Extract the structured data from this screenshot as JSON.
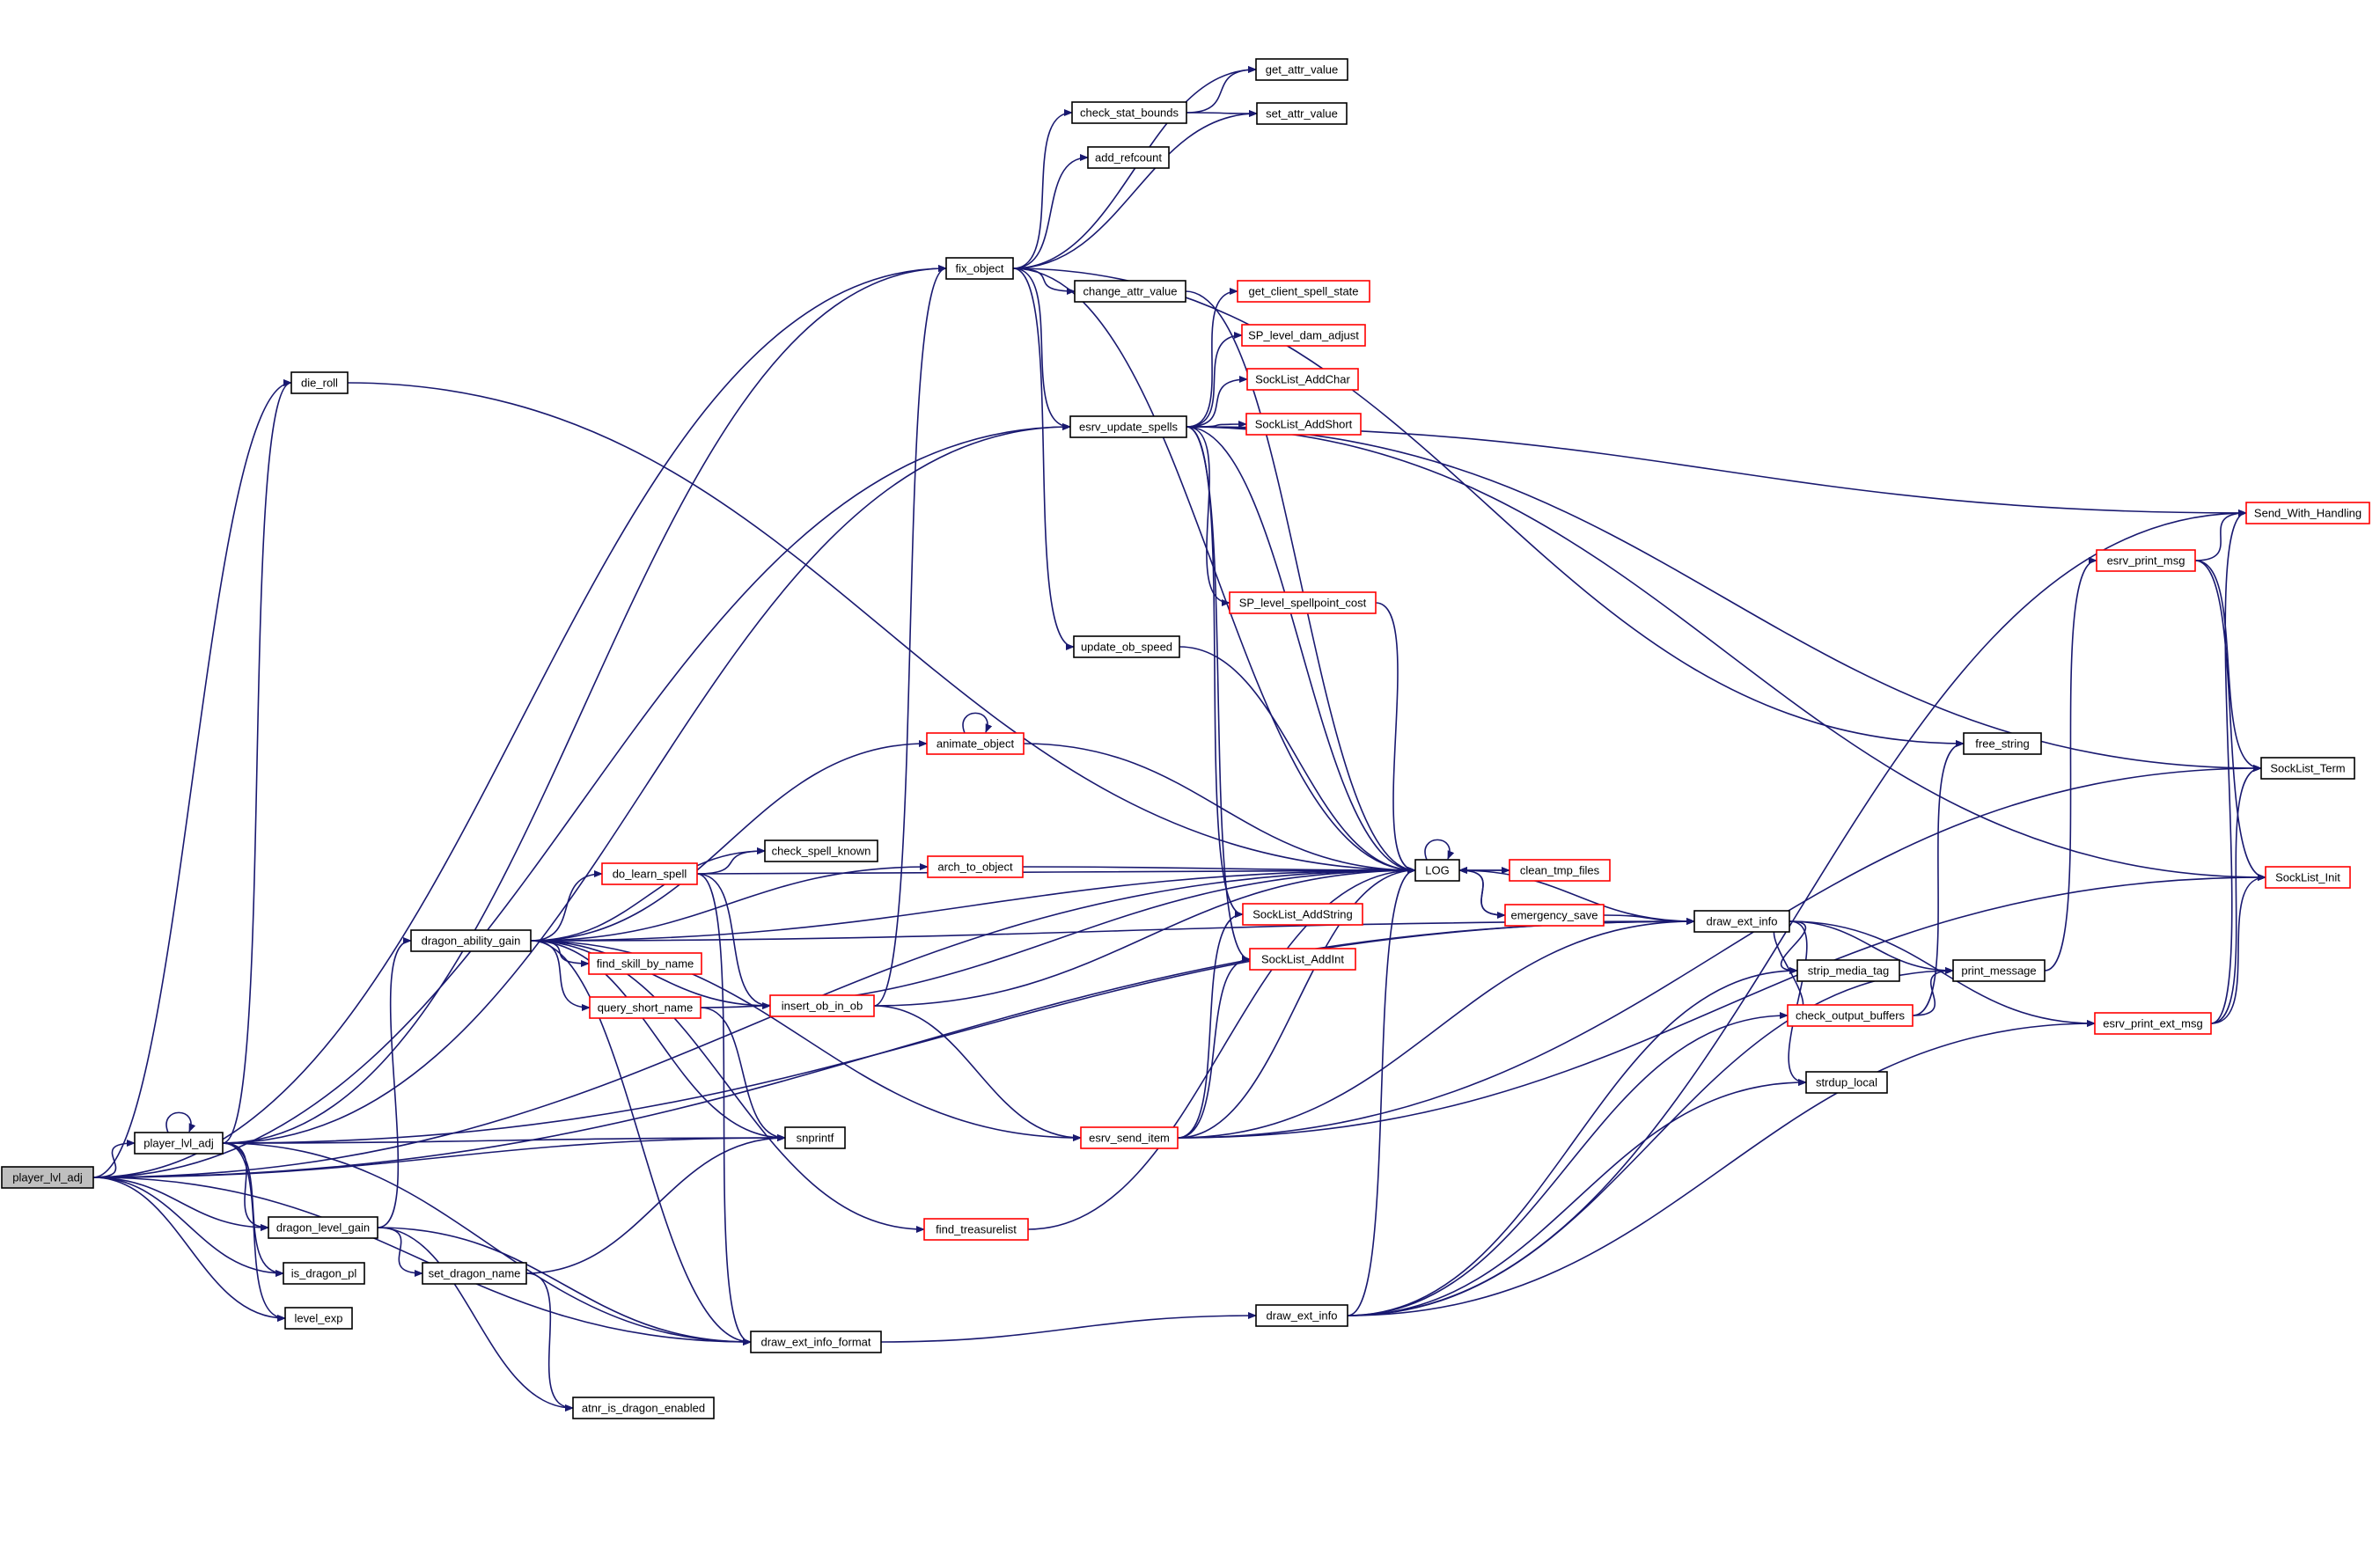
{
  "colors": {
    "edge": "#191970",
    "node_border_normal": "#000000",
    "node_border_truncated": "#ff0000",
    "node_fill": "#ffffff",
    "root_fill": "#bfbfbf",
    "label": "#000000"
  },
  "nodes": [
    {
      "id": "player_lvl_adj_root",
      "label": "player_lvl_adj",
      "kind": "root"
    },
    {
      "id": "player_lvl_adj",
      "label": "player_lvl_adj",
      "kind": "normal"
    },
    {
      "id": "die_roll",
      "label": "die_roll",
      "kind": "normal"
    },
    {
      "id": "dragon_level_gain",
      "label": "dragon_level_gain",
      "kind": "normal"
    },
    {
      "id": "is_dragon_pl",
      "label": "is_dragon_pl",
      "kind": "normal"
    },
    {
      "id": "level_exp",
      "label": "level_exp",
      "kind": "normal"
    },
    {
      "id": "dragon_ability_gain",
      "label": "dragon_ability_gain",
      "kind": "normal"
    },
    {
      "id": "set_dragon_name",
      "label": "set_dragon_name",
      "kind": "normal"
    },
    {
      "id": "atnr_is_dragon_enabled",
      "label": "atnr_is_dragon_enabled",
      "kind": "normal"
    },
    {
      "id": "draw_ext_info_format",
      "label": "draw_ext_info_format",
      "kind": "normal"
    },
    {
      "id": "snprintf",
      "label": "snprintf",
      "kind": "normal"
    },
    {
      "id": "check_spell_known",
      "label": "check_spell_known",
      "kind": "normal"
    },
    {
      "id": "do_learn_spell",
      "label": "do_learn_spell",
      "kind": "truncated"
    },
    {
      "id": "find_skill_by_name",
      "label": "find_skill_by_name",
      "kind": "truncated"
    },
    {
      "id": "query_short_name",
      "label": "query_short_name",
      "kind": "truncated"
    },
    {
      "id": "insert_ob_in_ob",
      "label": "insert_ob_in_ob",
      "kind": "truncated"
    },
    {
      "id": "find_treasurelist",
      "label": "find_treasurelist",
      "kind": "truncated"
    },
    {
      "id": "animate_object",
      "label": "animate_object",
      "kind": "truncated"
    },
    {
      "id": "arch_to_object",
      "label": "arch_to_object",
      "kind": "truncated"
    },
    {
      "id": "fix_object",
      "label": "fix_object",
      "kind": "normal"
    },
    {
      "id": "check_stat_bounds",
      "label": "check_stat_bounds",
      "kind": "normal"
    },
    {
      "id": "add_refcount",
      "label": "add_refcount",
      "kind": "normal"
    },
    {
      "id": "change_attr_value",
      "label": "change_attr_value",
      "kind": "normal"
    },
    {
      "id": "get_attr_value",
      "label": "get_attr_value",
      "kind": "normal"
    },
    {
      "id": "set_attr_value",
      "label": "set_attr_value",
      "kind": "normal"
    },
    {
      "id": "esrv_update_spells",
      "label": "esrv_update_spells",
      "kind": "normal"
    },
    {
      "id": "update_ob_speed",
      "label": "update_ob_speed",
      "kind": "normal"
    },
    {
      "id": "get_client_spell_state",
      "label": "get_client_spell_state",
      "kind": "truncated"
    },
    {
      "id": "SP_level_dam_adjust",
      "label": "SP_level_dam_adjust",
      "kind": "truncated"
    },
    {
      "id": "SockList_AddChar",
      "label": "SockList_AddChar",
      "kind": "truncated"
    },
    {
      "id": "SockList_AddShort",
      "label": "SockList_AddShort",
      "kind": "truncated"
    },
    {
      "id": "SP_level_spellpoint_cost",
      "label": "SP_level_spellpoint_cost",
      "kind": "truncated"
    },
    {
      "id": "SockList_AddString",
      "label": "SockList_AddString",
      "kind": "truncated"
    },
    {
      "id": "SockList_AddInt",
      "label": "SockList_AddInt",
      "kind": "truncated"
    },
    {
      "id": "esrv_send_item",
      "label": "esrv_send_item",
      "kind": "truncated"
    },
    {
      "id": "draw_ext_info_small",
      "label": "draw_ext_info",
      "kind": "normal"
    },
    {
      "id": "LOG",
      "label": "LOG",
      "kind": "normal"
    },
    {
      "id": "clean_tmp_files",
      "label": "clean_tmp_files",
      "kind": "truncated"
    },
    {
      "id": "emergency_save",
      "label": "emergency_save",
      "kind": "truncated"
    },
    {
      "id": "draw_ext_info",
      "label": "draw_ext_info",
      "kind": "normal"
    },
    {
      "id": "strip_media_tag",
      "label": "strip_media_tag",
      "kind": "normal"
    },
    {
      "id": "check_output_buffers",
      "label": "check_output_buffers",
      "kind": "truncated"
    },
    {
      "id": "strdup_local",
      "label": "strdup_local",
      "kind": "normal"
    },
    {
      "id": "print_message",
      "label": "print_message",
      "kind": "normal"
    },
    {
      "id": "free_string",
      "label": "free_string",
      "kind": "normal"
    },
    {
      "id": "esrv_print_msg",
      "label": "esrv_print_msg",
      "kind": "truncated"
    },
    {
      "id": "esrv_print_ext_msg",
      "label": "esrv_print_ext_msg",
      "kind": "truncated"
    },
    {
      "id": "Send_With_Handling",
      "label": "Send_With_Handling",
      "kind": "truncated"
    },
    {
      "id": "SockList_Term",
      "label": "SockList_Term",
      "kind": "normal"
    },
    {
      "id": "SockList_Init",
      "label": "SockList_Init",
      "kind": "truncated"
    }
  ],
  "edges": [
    [
      "player_lvl_adj_root",
      "player_lvl_adj"
    ],
    [
      "player_lvl_adj_root",
      "die_roll"
    ],
    [
      "player_lvl_adj_root",
      "fix_object"
    ],
    [
      "player_lvl_adj_root",
      "LOG"
    ],
    [
      "player_lvl_adj_root",
      "esrv_update_spells"
    ],
    [
      "player_lvl_adj_root",
      "snprintf"
    ],
    [
      "player_lvl_adj_root",
      "dragon_level_gain"
    ],
    [
      "player_lvl_adj_root",
      "is_dragon_pl"
    ],
    [
      "player_lvl_adj_root",
      "level_exp"
    ],
    [
      "player_lvl_adj_root",
      "draw_ext_info_format"
    ],
    [
      "player_lvl_adj_root",
      "draw_ext_info"
    ],
    [
      "player_lvl_adj",
      "player_lvl_adj"
    ],
    [
      "player_lvl_adj",
      "die_roll"
    ],
    [
      "player_lvl_adj",
      "fix_object"
    ],
    [
      "player_lvl_adj",
      "esrv_update_spells"
    ],
    [
      "player_lvl_adj",
      "draw_ext_info"
    ],
    [
      "player_lvl_adj",
      "snprintf"
    ],
    [
      "player_lvl_adj",
      "dragon_level_gain"
    ],
    [
      "player_lvl_adj",
      "is_dragon_pl"
    ],
    [
      "player_lvl_adj",
      "level_exp"
    ],
    [
      "player_lvl_adj",
      "draw_ext_info_format"
    ],
    [
      "die_roll",
      "LOG"
    ],
    [
      "dragon_level_gain",
      "dragon_ability_gain"
    ],
    [
      "dragon_level_gain",
      "set_dragon_name"
    ],
    [
      "dragon_level_gain",
      "atnr_is_dragon_enabled"
    ],
    [
      "dragon_level_gain",
      "draw_ext_info_format"
    ],
    [
      "dragon_ability_gain",
      "check_spell_known"
    ],
    [
      "dragon_ability_gain",
      "do_learn_spell"
    ],
    [
      "dragon_ability_gain",
      "find_skill_by_name"
    ],
    [
      "dragon_ability_gain",
      "query_short_name"
    ],
    [
      "dragon_ability_gain",
      "insert_ob_in_ob"
    ],
    [
      "dragon_ability_gain",
      "find_treasurelist"
    ],
    [
      "dragon_ability_gain",
      "animate_object"
    ],
    [
      "dragon_ability_gain",
      "arch_to_object"
    ],
    [
      "dragon_ability_gain",
      "draw_ext_info"
    ],
    [
      "dragon_ability_gain",
      "LOG"
    ],
    [
      "dragon_ability_gain",
      "snprintf"
    ],
    [
      "dragon_ability_gain",
      "esrv_send_item"
    ],
    [
      "dragon_ability_gain",
      "draw_ext_info_format"
    ],
    [
      "set_dragon_name",
      "snprintf"
    ],
    [
      "set_dragon_name",
      "atnr_is_dragon_enabled"
    ],
    [
      "do_learn_spell",
      "check_spell_known"
    ],
    [
      "do_learn_spell",
      "insert_ob_in_ob"
    ],
    [
      "do_learn_spell",
      "LOG"
    ],
    [
      "do_learn_spell",
      "draw_ext_info_format"
    ],
    [
      "query_short_name",
      "snprintf"
    ],
    [
      "query_short_name",
      "LOG"
    ],
    [
      "insert_ob_in_ob",
      "fix_object"
    ],
    [
      "insert_ob_in_ob",
      "LOG"
    ],
    [
      "insert_ob_in_ob",
      "esrv_send_item"
    ],
    [
      "find_treasurelist",
      "LOG"
    ],
    [
      "animate_object",
      "animate_object"
    ],
    [
      "animate_object",
      "LOG"
    ],
    [
      "arch_to_object",
      "LOG"
    ],
    [
      "draw_ext_info_format",
      "draw_ext_info_small"
    ],
    [
      "fix_object",
      "get_attr_value"
    ],
    [
      "fix_object",
      "check_stat_bounds"
    ],
    [
      "fix_object",
      "add_refcount"
    ],
    [
      "fix_object",
      "set_attr_value"
    ],
    [
      "fix_object",
      "change_attr_value"
    ],
    [
      "fix_object",
      "esrv_update_spells"
    ],
    [
      "fix_object",
      "LOG"
    ],
    [
      "fix_object",
      "update_ob_speed"
    ],
    [
      "fix_object",
      "free_string"
    ],
    [
      "check_stat_bounds",
      "get_attr_value"
    ],
    [
      "check_stat_bounds",
      "set_attr_value"
    ],
    [
      "change_attr_value",
      "LOG"
    ],
    [
      "esrv_update_spells",
      "get_client_spell_state"
    ],
    [
      "esrv_update_spells",
      "SP_level_dam_adjust"
    ],
    [
      "esrv_update_spells",
      "SockList_AddChar"
    ],
    [
      "esrv_update_spells",
      "SockList_AddShort"
    ],
    [
      "esrv_update_spells",
      "SP_level_spellpoint_cost"
    ],
    [
      "esrv_update_spells",
      "SockList_AddString"
    ],
    [
      "esrv_update_spells",
      "SockList_AddInt"
    ],
    [
      "esrv_update_spells",
      "Send_With_Handling"
    ],
    [
      "esrv_update_spells",
      "SockList_Term"
    ],
    [
      "esrv_update_spells",
      "SockList_Init"
    ],
    [
      "esrv_update_spells",
      "LOG"
    ],
    [
      "update_ob_speed",
      "LOG"
    ],
    [
      "SP_level_spellpoint_cost",
      "LOG"
    ],
    [
      "esrv_send_item",
      "SockList_AddString"
    ],
    [
      "esrv_send_item",
      "SockList_AddInt"
    ],
    [
      "esrv_send_item",
      "LOG"
    ],
    [
      "esrv_send_item",
      "SockList_Term"
    ],
    [
      "esrv_send_item",
      "SockList_Init"
    ],
    [
      "esrv_send_item",
      "draw_ext_info"
    ],
    [
      "LOG",
      "LOG"
    ],
    [
      "LOG",
      "clean_tmp_files"
    ],
    [
      "LOG",
      "emergency_save"
    ],
    [
      "clean_tmp_files",
      "LOG"
    ],
    [
      "emergency_save",
      "LOG"
    ],
    [
      "emergency_save",
      "draw_ext_info"
    ],
    [
      "draw_ext_info",
      "LOG"
    ],
    [
      "draw_ext_info",
      "strip_media_tag"
    ],
    [
      "draw_ext_info",
      "check_output_buffers"
    ],
    [
      "draw_ext_info",
      "strdup_local"
    ],
    [
      "draw_ext_info",
      "print_message"
    ],
    [
      "draw_ext_info",
      "esrv_print_ext_msg"
    ],
    [
      "draw_ext_info_small",
      "LOG"
    ],
    [
      "draw_ext_info_small",
      "strip_media_tag"
    ],
    [
      "draw_ext_info_small",
      "check_output_buffers"
    ],
    [
      "draw_ext_info_small",
      "strdup_local"
    ],
    [
      "draw_ext_info_small",
      "print_message"
    ],
    [
      "draw_ext_info_small",
      "esrv_print_ext_msg"
    ],
    [
      "draw_ext_info_small",
      "Send_With_Handling"
    ],
    [
      "check_output_buffers",
      "print_message"
    ],
    [
      "check_output_buffers",
      "free_string"
    ],
    [
      "print_message",
      "esrv_print_msg"
    ],
    [
      "esrv_print_msg",
      "Send_With_Handling"
    ],
    [
      "esrv_print_msg",
      "SockList_Term"
    ],
    [
      "esrv_print_msg",
      "SockList_Init"
    ],
    [
      "esrv_print_ext_msg",
      "Send_With_Handling"
    ],
    [
      "esrv_print_ext_msg",
      "SockList_Term"
    ],
    [
      "esrv_print_ext_msg",
      "SockList_Init"
    ]
  ]
}
